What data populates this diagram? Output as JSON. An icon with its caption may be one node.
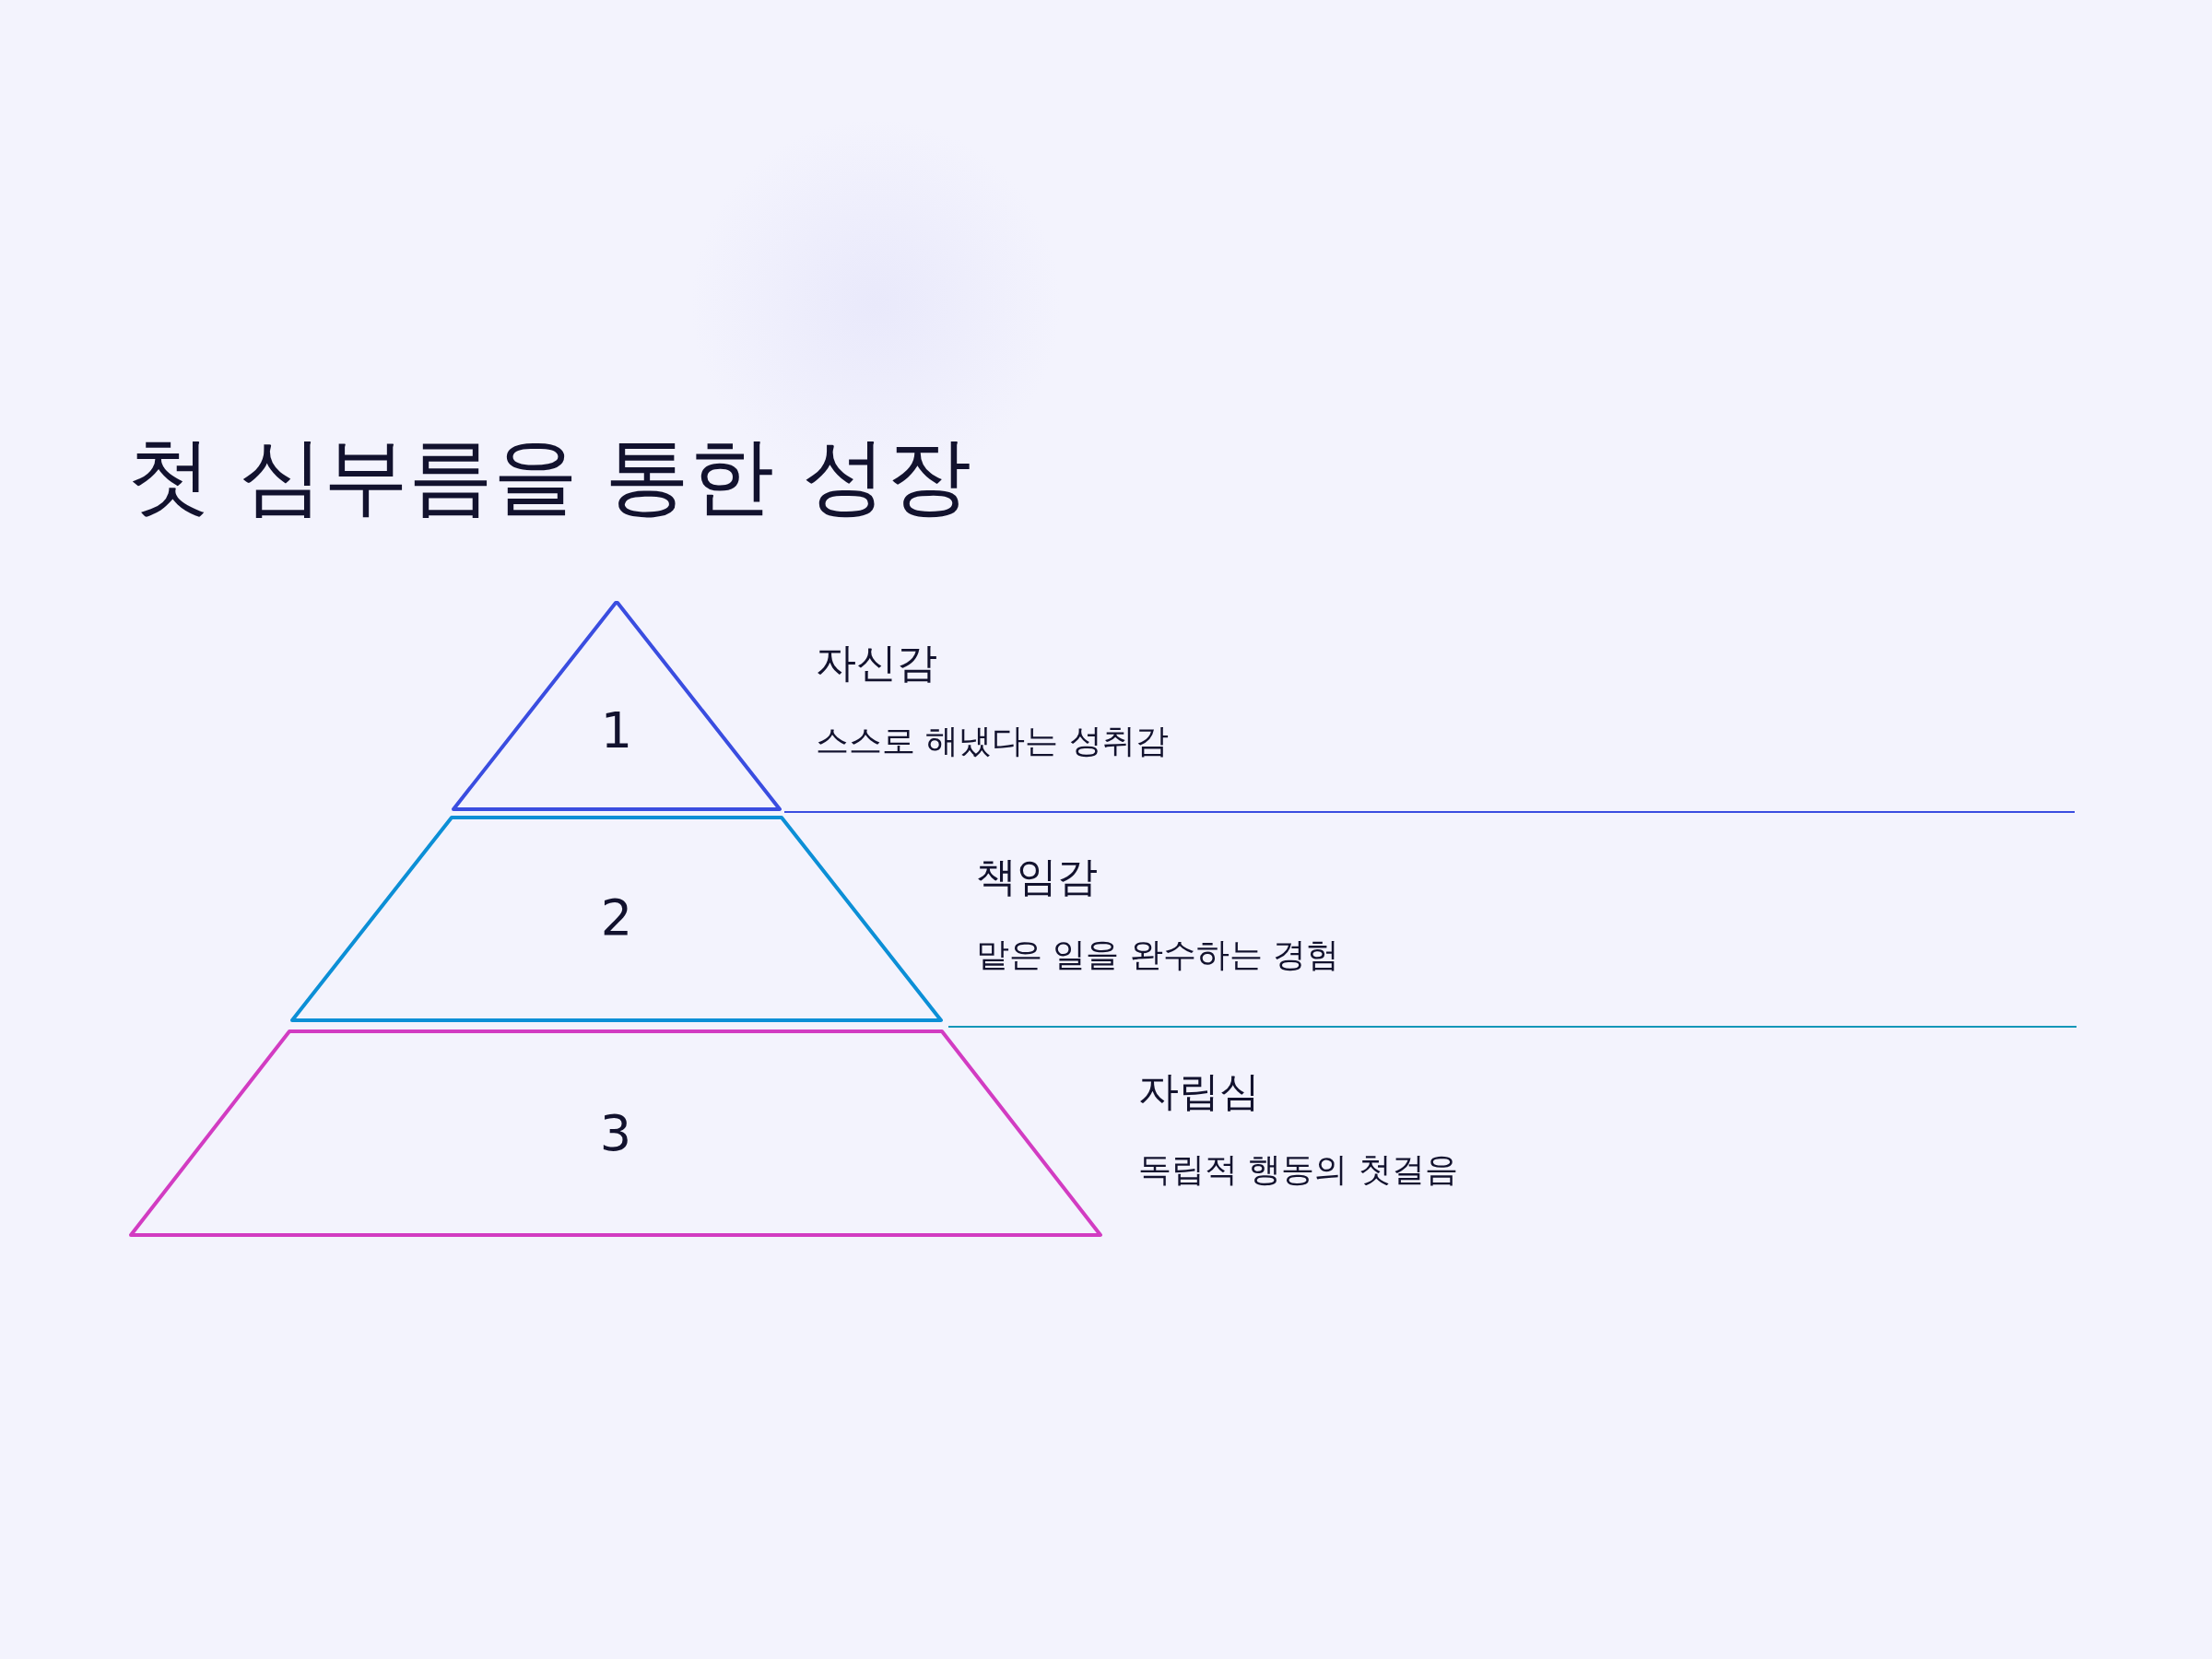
{
  "diagram": {
    "title": "첫 심부름을 통한 성장",
    "nodes": [
      {
        "text": [
          "1"
        ],
        "beside": [
          "자신감",
          "스스로 해냈다는 성취감"
        ]
      },
      {
        "text": [
          "2"
        ],
        "beside": [
          "책임감",
          "맡은 일을 완수하는 경험"
        ]
      },
      {
        "text": [
          "3"
        ],
        "beside": [
          "자립심",
          "독립적 행동의 첫걸음"
        ]
      }
    ]
  }
}
